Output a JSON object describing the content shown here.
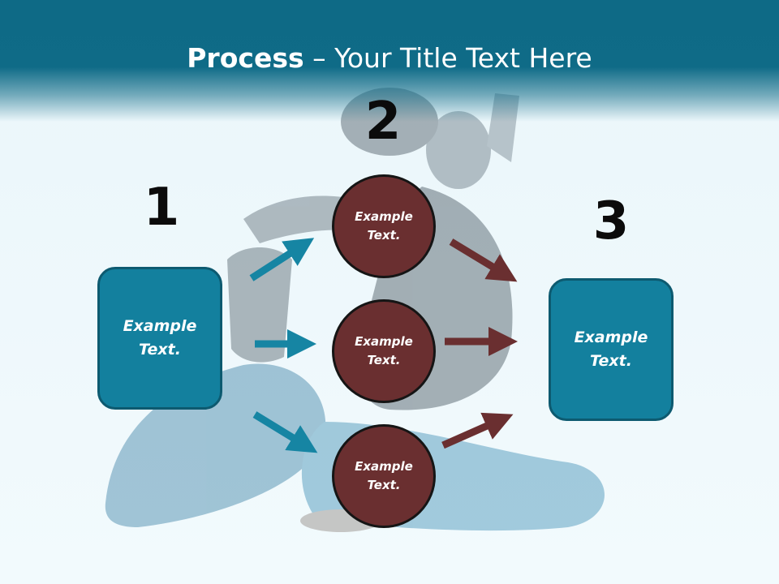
{
  "slide": {
    "title_bold": "Process",
    "title_rest": " – Your Title Text Here"
  },
  "steps": {
    "n1": "1",
    "n2": "2",
    "n3": "3"
  },
  "boxes": {
    "left": {
      "line1": "Example",
      "line2": "Text."
    },
    "right": {
      "line1": "Example",
      "line2": "Text."
    }
  },
  "circles": [
    {
      "line1": "Example",
      "line2": "Text."
    },
    {
      "line1": "Example",
      "line2": "Text."
    },
    {
      "line1": "Example",
      "line2": "Text."
    }
  ],
  "colors": {
    "header": "#0f6b87",
    "box_fill": "#13809e",
    "circle_fill": "#6a2f30",
    "arrow_teal": "#1685a3",
    "arrow_maroon": "#6a2f30"
  },
  "background_image": "yoga-pose-photo"
}
